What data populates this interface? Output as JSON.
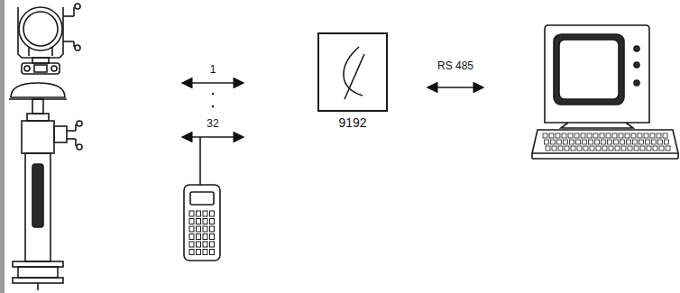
{
  "diagram": {
    "nodes": [
      {
        "text": [
          "9192"
        ]
      }
    ],
    "labels": [
      "1",
      "32",
      "RS 485"
    ]
  }
}
